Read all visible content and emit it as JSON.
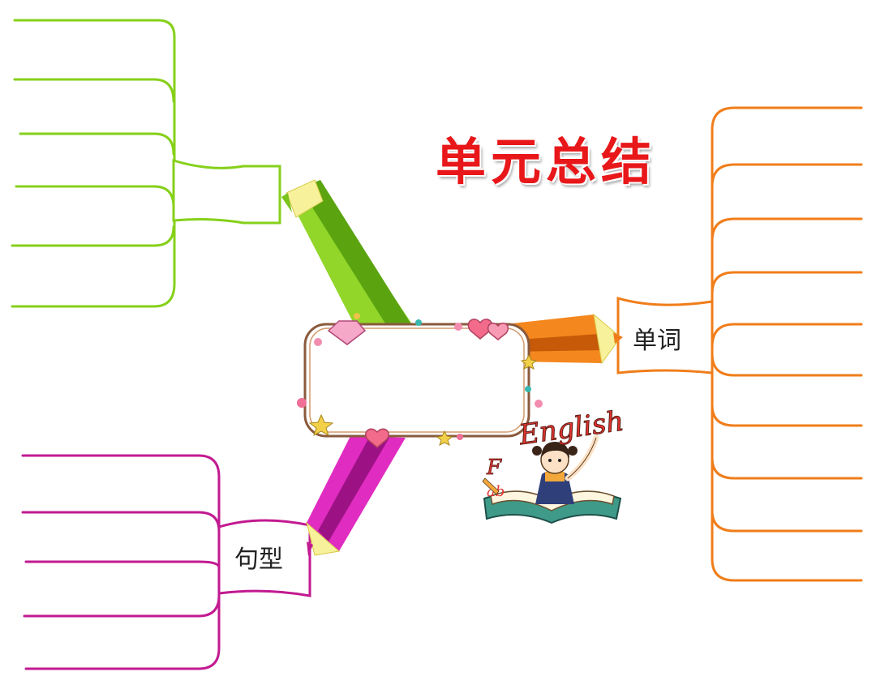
{
  "title": "单元总结",
  "branches": {
    "vocabulary": {
      "label": "单词",
      "color": "#f07d1a"
    },
    "sentences": {
      "label": "句型",
      "color": "#c21a91"
    },
    "top_left": {
      "label": "",
      "color": "#86d01a"
    }
  },
  "decoration": {
    "sticker_text": "English"
  },
  "colors": {
    "frame": "#8a5a3c",
    "heart": "#f26b8a",
    "title": "#e8171a"
  }
}
